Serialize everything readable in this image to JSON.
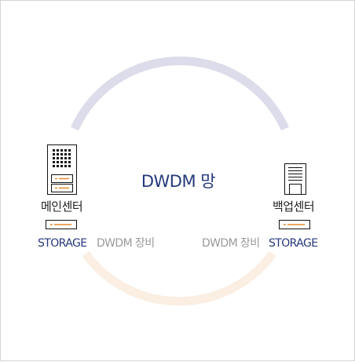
{
  "diagram": {
    "network_label": "DWDM 망",
    "main_center": {
      "name": "메인센터",
      "storage_label": "STORAGE",
      "equipment_label": "DWDM 장비"
    },
    "backup_center": {
      "name": "백업센터",
      "storage_label": "STORAGE",
      "equipment_label": "DWDM 장비"
    },
    "colors": {
      "ring_top": "#dcdcea",
      "ring_bottom": "#fbeee2",
      "accent_navy": "#26397a",
      "storage_stripe": "#e58a2c",
      "border": "#d4d4d4"
    }
  }
}
